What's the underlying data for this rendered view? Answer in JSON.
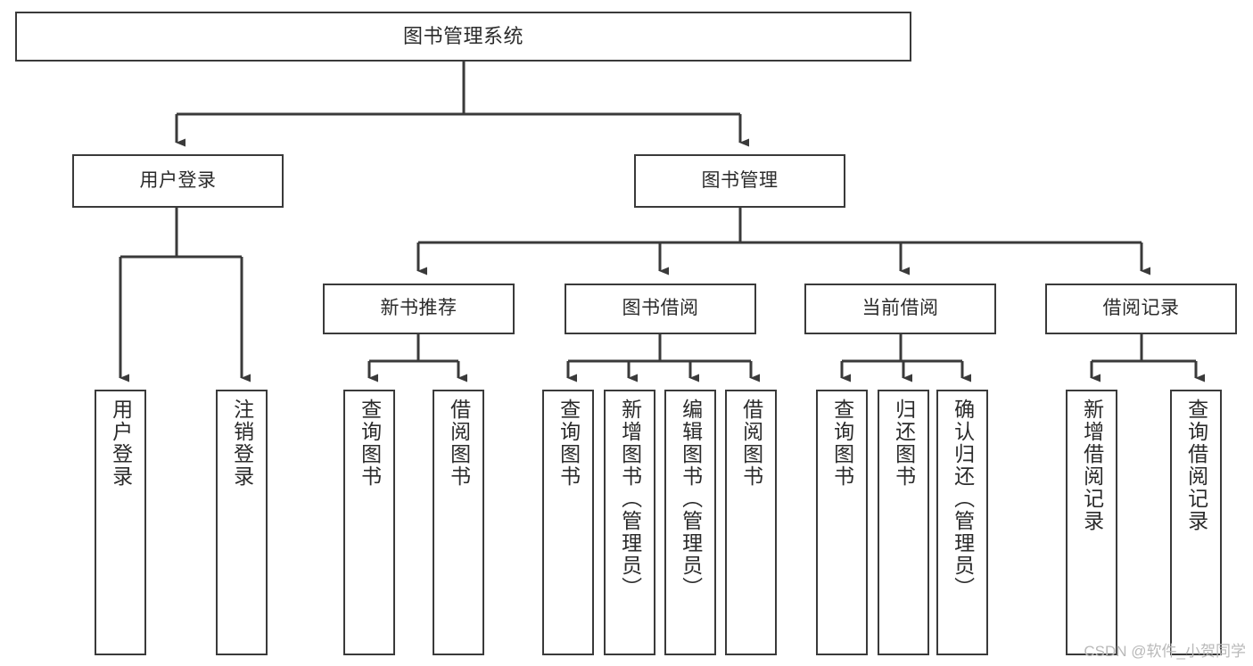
{
  "diagram": {
    "title": "图书管理系统",
    "type": "tree-hierarchy-diagram",
    "watermark": "CSDN @软件_小贺同学",
    "colors": {
      "box_border": "#3a3a3a",
      "box_fill": "#ffffff",
      "connector": "#3a3a3a",
      "text": "#2b2b2b",
      "watermark": "#b9b9b9",
      "background": "#ffffff"
    },
    "root": {
      "label": "图书管理系统"
    },
    "level2": [
      {
        "label": "用户登录"
      },
      {
        "label": "图书管理"
      }
    ],
    "level3": [
      {
        "label": "新书推荐"
      },
      {
        "label": "图书借阅"
      },
      {
        "label": "当前借阅"
      },
      {
        "label": "借阅记录"
      }
    ],
    "leaves": {
      "user_login": [
        {
          "label": "用户登录"
        },
        {
          "label": "注销登录"
        }
      ],
      "new_book_recommend": [
        {
          "label": "查询图书"
        },
        {
          "label": "借阅图书"
        }
      ],
      "book_borrow": [
        {
          "label": "查询图书"
        },
        {
          "label": "新增图书（管理员）"
        },
        {
          "label": "编辑图书（管理员）"
        },
        {
          "label": "借阅图书"
        }
      ],
      "current_borrow": [
        {
          "label": "查询图书"
        },
        {
          "label": "归还图书"
        },
        {
          "label": "确认归还（管理员）"
        }
      ],
      "borrow_record": [
        {
          "label": "新增借阅记录"
        },
        {
          "label": "查询借阅记录"
        }
      ]
    }
  }
}
